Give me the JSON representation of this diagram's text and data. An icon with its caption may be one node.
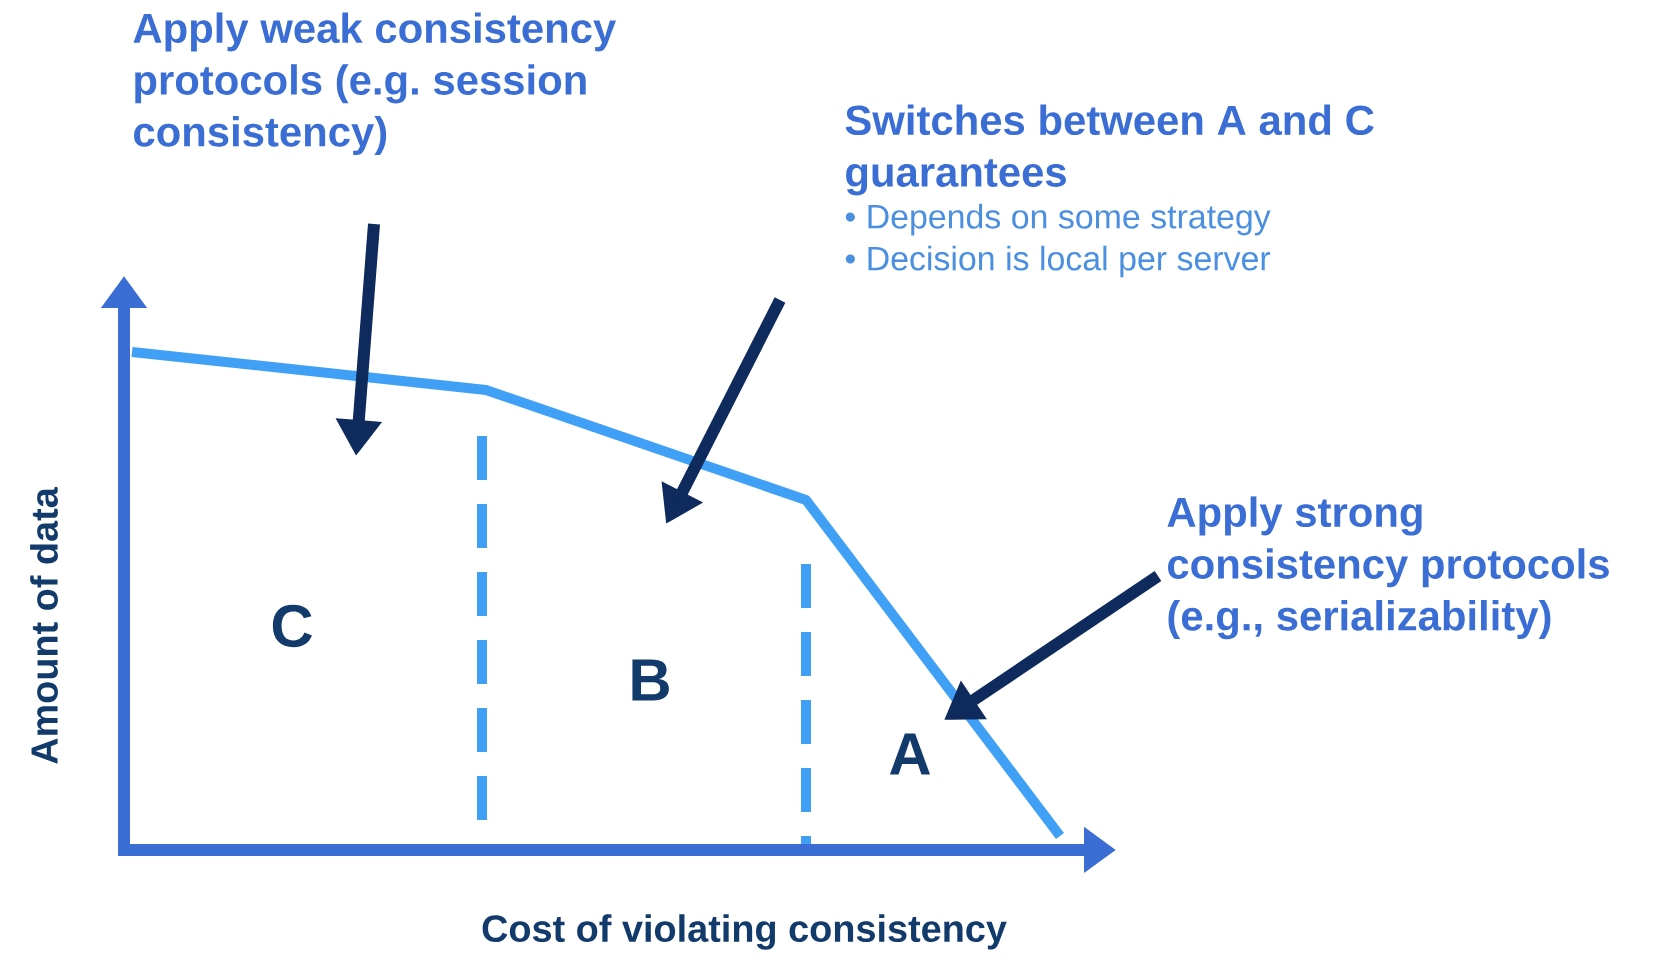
{
  "diagram": {
    "nodes": [
      {
        "text": [
          "Apply weak consistency protocols (e.g. session consistency)"
        ]
      },
      {
        "text": [
          "Switches between A and C guarantees",
          "• Depends on some strategy",
          "• Decision is local per server"
        ]
      },
      {
        "text": [
          "Apply strong consistency protocols (e.g., serializability)"
        ]
      }
    ],
    "edges": [
      {
        "from": 0,
        "to": null,
        "arrow": "to"
      },
      {
        "from": 1,
        "to": null,
        "arrow": "to"
      },
      {
        "from": 2,
        "to": null,
        "arrow": "to"
      }
    ],
    "labels": [
      "C",
      "B",
      "A",
      "Amount of data",
      "Cost of violating consistency"
    ]
  }
}
